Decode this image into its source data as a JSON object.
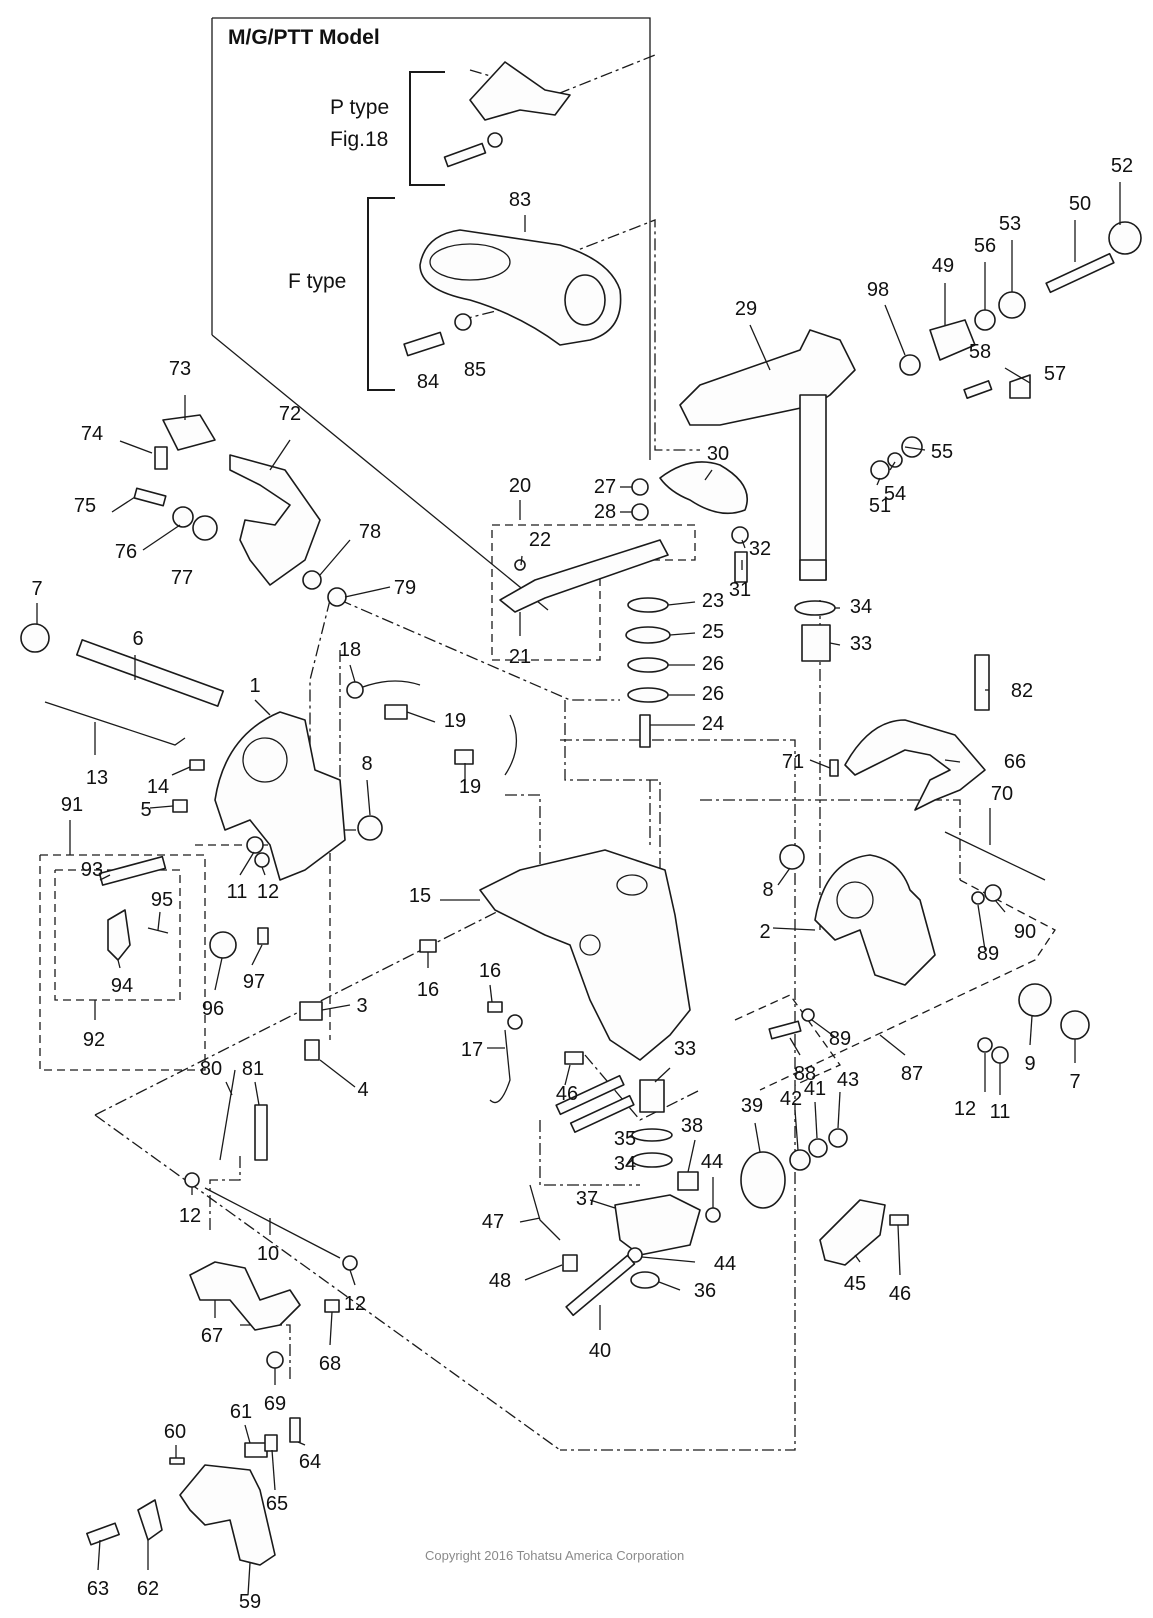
{
  "model_title": "M/G/PTT Model",
  "p_type_label": "P type",
  "fig_label": "Fig.18",
  "f_type_label": "F type",
  "copyright": "Copyright 2016 Tohatsu America Corporation",
  "callouts": [
    {
      "text": "52"
    },
    {
      "text": "50"
    },
    {
      "text": "53"
    },
    {
      "text": "56"
    },
    {
      "text": "49"
    },
    {
      "text": "98"
    },
    {
      "text": "29"
    },
    {
      "text": "83"
    },
    {
      "text": "58"
    },
    {
      "text": "57"
    },
    {
      "text": "84"
    },
    {
      "text": "85"
    },
    {
      "text": "73"
    },
    {
      "text": "72"
    },
    {
      "text": "74"
    },
    {
      "text": "55"
    },
    {
      "text": "30"
    },
    {
      "text": "54"
    },
    {
      "text": "51"
    },
    {
      "text": "27"
    },
    {
      "text": "75"
    },
    {
      "text": "20"
    },
    {
      "text": "28"
    },
    {
      "text": "78"
    },
    {
      "text": "76"
    },
    {
      "text": "77"
    },
    {
      "text": "22"
    },
    {
      "text": "32"
    },
    {
      "text": "79"
    },
    {
      "text": "31"
    },
    {
      "text": "7"
    },
    {
      "text": "23"
    },
    {
      "text": "34"
    },
    {
      "text": "6"
    },
    {
      "text": "25"
    },
    {
      "text": "33"
    },
    {
      "text": "21"
    },
    {
      "text": "18"
    },
    {
      "text": "26"
    },
    {
      "text": "82"
    },
    {
      "text": "1"
    },
    {
      "text": "26"
    },
    {
      "text": "19"
    },
    {
      "text": "24"
    },
    {
      "text": "13"
    },
    {
      "text": "71"
    },
    {
      "text": "66"
    },
    {
      "text": "14"
    },
    {
      "text": "8"
    },
    {
      "text": "91"
    },
    {
      "text": "19"
    },
    {
      "text": "5"
    },
    {
      "text": "70"
    },
    {
      "text": "93"
    },
    {
      "text": "11"
    },
    {
      "text": "12"
    },
    {
      "text": "8"
    },
    {
      "text": "15"
    },
    {
      "text": "95"
    },
    {
      "text": "2"
    },
    {
      "text": "90"
    },
    {
      "text": "89"
    },
    {
      "text": "94"
    },
    {
      "text": "97"
    },
    {
      "text": "16"
    },
    {
      "text": "16"
    },
    {
      "text": "96"
    },
    {
      "text": "3"
    },
    {
      "text": "92"
    },
    {
      "text": "89"
    },
    {
      "text": "9"
    },
    {
      "text": "7"
    },
    {
      "text": "17"
    },
    {
      "text": "33"
    },
    {
      "text": "88"
    },
    {
      "text": "87"
    },
    {
      "text": "4"
    },
    {
      "text": "46"
    },
    {
      "text": "43"
    },
    {
      "text": "80"
    },
    {
      "text": "81"
    },
    {
      "text": "41"
    },
    {
      "text": "12"
    },
    {
      "text": "11"
    },
    {
      "text": "42"
    },
    {
      "text": "39"
    },
    {
      "text": "35"
    },
    {
      "text": "38"
    },
    {
      "text": "34"
    },
    {
      "text": "44"
    },
    {
      "text": "12"
    },
    {
      "text": "37"
    },
    {
      "text": "47"
    },
    {
      "text": "10"
    },
    {
      "text": "44"
    },
    {
      "text": "45"
    },
    {
      "text": "46"
    },
    {
      "text": "48"
    },
    {
      "text": "36"
    },
    {
      "text": "12"
    },
    {
      "text": "67"
    },
    {
      "text": "68"
    },
    {
      "text": "40"
    },
    {
      "text": "69"
    },
    {
      "text": "60"
    },
    {
      "text": "61"
    },
    {
      "text": "64"
    },
    {
      "text": "65"
    },
    {
      "text": "63"
    },
    {
      "text": "62"
    },
    {
      "text": "59"
    }
  ]
}
